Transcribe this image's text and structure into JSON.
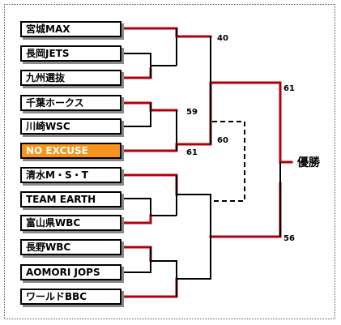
{
  "teams": [
    {
      "name": "宮城MAX"
    },
    {
      "name": "長岡JETS"
    },
    {
      "name": "九州選抜"
    },
    {
      "name": "千葉ホークス"
    },
    {
      "name": "川崎WSC"
    },
    {
      "name": "NO EXCUSE",
      "highlight": true
    },
    {
      "name": "清水M・S・T"
    },
    {
      "name": "TEAM EARTH"
    },
    {
      "name": "富山県WBC"
    },
    {
      "name": "長野WBC"
    },
    {
      "name": "AOMORI JOPS"
    },
    {
      "name": "ワールドBBC"
    }
  ],
  "scores": {
    "s40": "40",
    "s59": "59",
    "s61a": "61",
    "s60": "60",
    "s61b": "61",
    "s56": "56"
  },
  "champion_label": "優勝",
  "colors": {
    "winner_line": "#b0000e",
    "line": "#000000",
    "highlight": "#f7941d"
  }
}
